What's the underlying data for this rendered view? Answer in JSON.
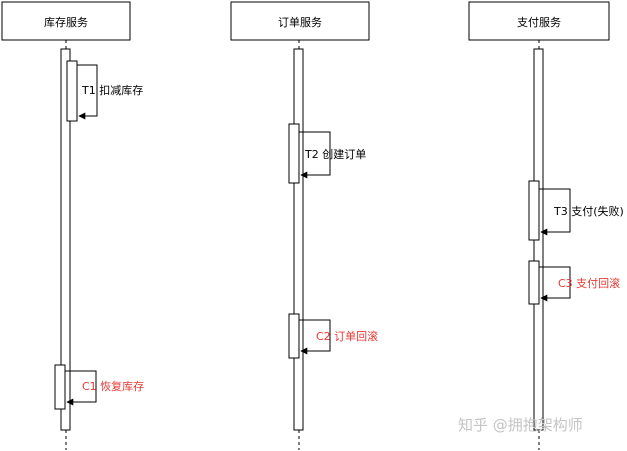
{
  "participants": [
    {
      "name": "库存服务"
    },
    {
      "name": "订单服务"
    },
    {
      "name": "支付服务"
    }
  ],
  "messages": [
    {
      "label": "T1 扣减库存",
      "color": "#000000"
    },
    {
      "label": "T2 创建订单",
      "color": "#000000"
    },
    {
      "label": "T3 支付(失败)",
      "color": "#000000"
    },
    {
      "label": "C3 支付回滚",
      "color": "#e53935"
    },
    {
      "label": "C2 订单回滚",
      "color": "#e53935"
    },
    {
      "label": "C1 恢复库存",
      "color": "#e53935"
    }
  ],
  "watermark": "知乎 @拥抱架构师"
}
